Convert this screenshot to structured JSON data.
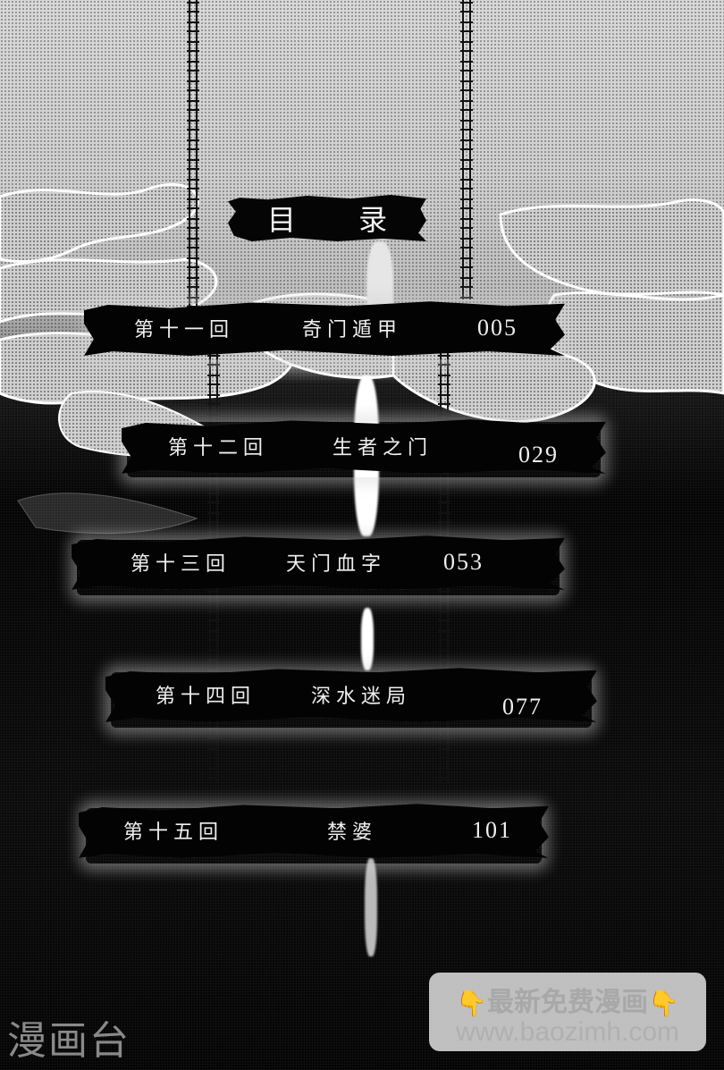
{
  "toc": {
    "title": "目 录",
    "chapters": [
      {
        "number": "第十一回",
        "name": "奇门遁甲",
        "page": "005"
      },
      {
        "number": "第十二回",
        "name": "生者之门",
        "page": "029"
      },
      {
        "number": "第十三回",
        "name": "天门血字",
        "page": "053"
      },
      {
        "number": "第十四回",
        "name": "深水迷局",
        "page": "077"
      },
      {
        "number": "第十五回",
        "name": "禁婆",
        "page": "101"
      }
    ]
  },
  "watermark": {
    "logo": "漫画台"
  },
  "promo": {
    "hand_icon": "👇",
    "headline": "最新免费漫画",
    "url": "www.baozimh.com",
    "hand_color": "#e0a020"
  },
  "colors": {
    "banner": "#030303",
    "text": "#f0f0f0",
    "glow": "#d2d2d2"
  }
}
